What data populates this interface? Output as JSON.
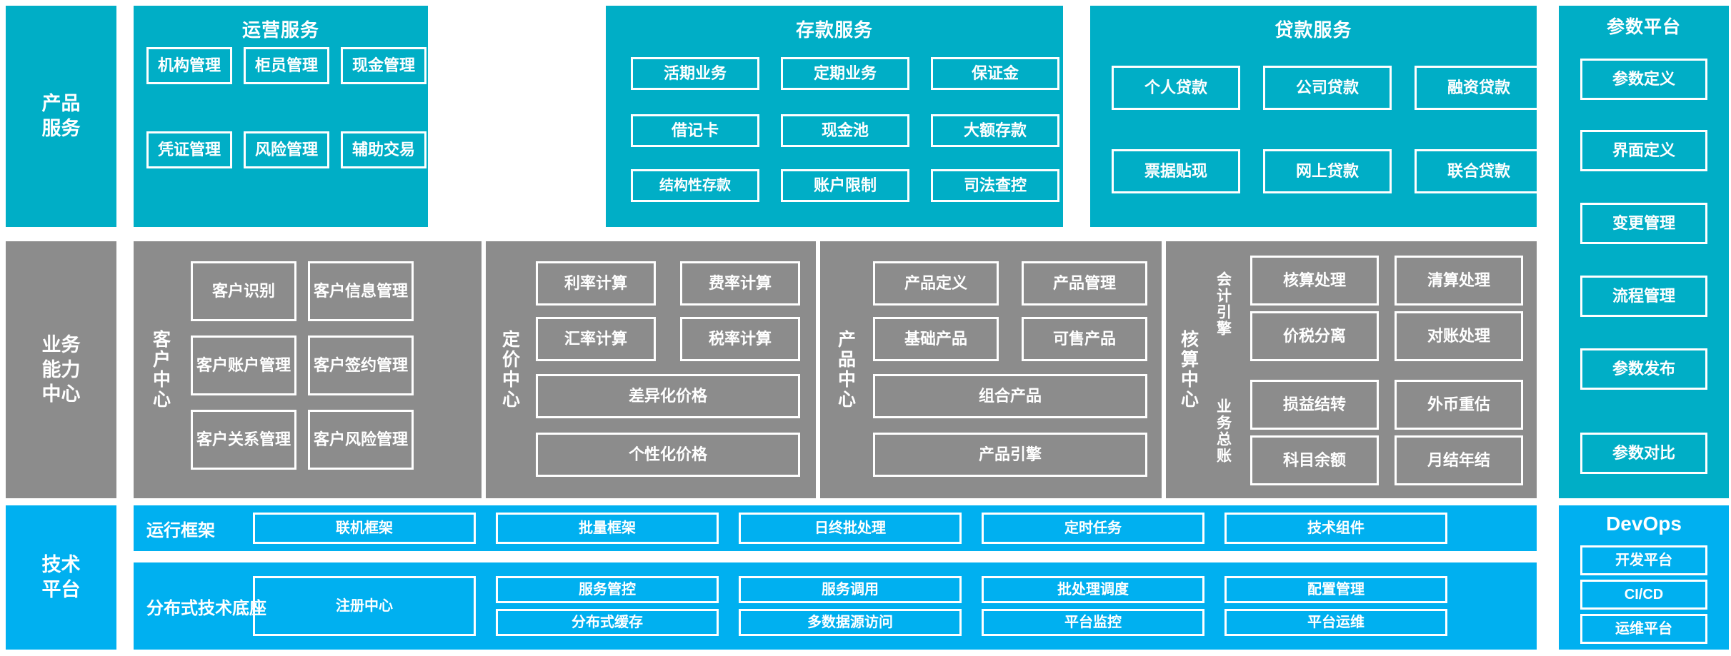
{
  "colors": {
    "teal": "#00aec6",
    "gray": "#8c8c8c",
    "blue": "#00b0f0",
    "border": "#ffffff",
    "text": "#ffffff"
  },
  "rows": {
    "product_service": {
      "side_label": "产品\n服务",
      "groups": [
        {
          "title": "运营服务",
          "items": [
            "机构管理",
            "柜员管理",
            "现金管理",
            "凭证管理",
            "风险管理",
            "辅助交易"
          ]
        },
        {
          "title": "存款服务",
          "items": [
            "活期业务",
            "定期业务",
            "保证金",
            "借记卡",
            "现金池",
            "大额存款",
            "结构性存款",
            "账户限制",
            "司法查控"
          ]
        },
        {
          "title": "贷款服务",
          "items": [
            "个人贷款",
            "公司贷款",
            "融资贷款",
            "票据贴现",
            "网上贷款",
            "联合贷款"
          ]
        }
      ]
    },
    "business_capability": {
      "side_label": "业务\n能力\n中心",
      "centers": [
        {
          "name": "客户中心",
          "items": [
            "客户识别",
            "客户信息管理",
            "客户账户管理",
            "客户签约管理",
            "客户关系管理",
            "客户风险管理"
          ]
        },
        {
          "name": "定价中心",
          "items": [
            "利率计算",
            "费率计算",
            "汇率计算",
            "税率计算",
            "差异化价格",
            "个性化价格"
          ]
        },
        {
          "name": "产品中心",
          "items": [
            "产品定义",
            "产品管理",
            "基础产品",
            "可售产品",
            "组合产品",
            "产品引擎"
          ]
        },
        {
          "name": "核算中心",
          "sub_labels": [
            "会计引擎",
            "业务总账"
          ],
          "items": [
            "核算处理",
            "清算处理",
            "价税分离",
            "对账处理",
            "损益结转",
            "外币重估",
            "科目余额",
            "月结年结"
          ]
        }
      ]
    },
    "tech_platform": {
      "side_label": "技术\n平台",
      "bands": [
        {
          "label": "运行框架",
          "items": [
            "联机框架",
            "批量框架",
            "日终批处理",
            "定时任务",
            "技术组件"
          ]
        },
        {
          "label": "分布式技术底座",
          "wide_item": "注册中心",
          "items_row1": [
            "服务管控",
            "服务调用",
            "批处理调度",
            "配置管理"
          ],
          "items_row2": [
            "分布式缓存",
            "多数据源访问",
            "平台监控",
            "平台运维"
          ]
        }
      ]
    }
  },
  "right_columns": {
    "parameter_platform": {
      "title": "参数平台",
      "items": [
        "参数定义",
        "界面定义",
        "变更管理",
        "流程管理",
        "参数发布",
        "参数对比"
      ]
    },
    "devops": {
      "title": "DevOps",
      "items": [
        "开发平台",
        "CI/CD",
        "运维平台"
      ]
    }
  }
}
